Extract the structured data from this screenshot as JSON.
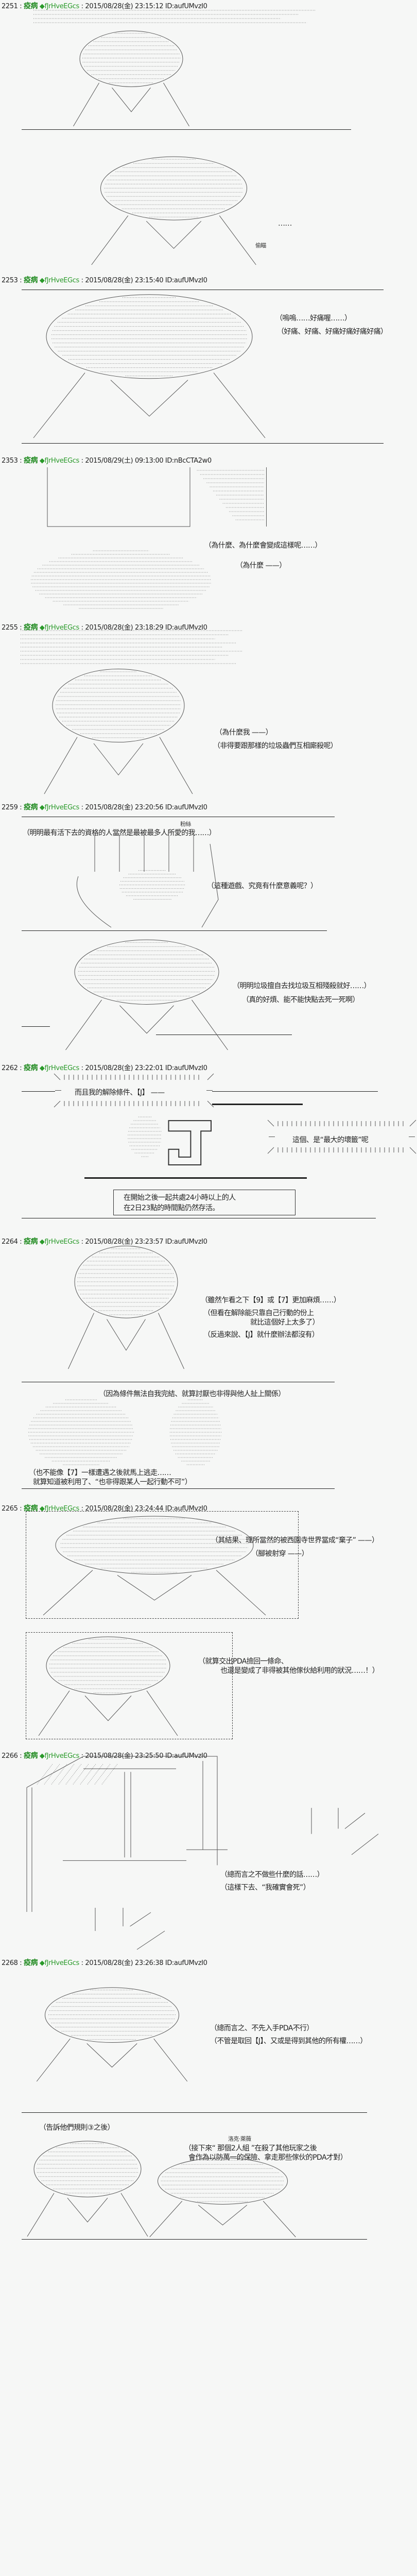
{
  "posts": [
    {
      "no": "2251",
      "name": "疫病",
      "trip": "◆fJrHveEGcs",
      "date": "2015/08/28(金) 23:15:12",
      "id": "ID:aufUMvzI0",
      "lines": [
        "……",
        "偷瞄"
      ]
    },
    {
      "no": "2253",
      "name": "疫病",
      "trip": "◆fJrHveEGcs",
      "date": "2015/08/28(金) 23:15:40",
      "id": "ID:aufUMvzI0",
      "lines": [
        "（嗚嗚……好痛喔……）",
        "（好痛、好痛、好痛好痛好痛好痛）"
      ]
    },
    {
      "no": "2353",
      "name": "疫病",
      "trip": "◆fJrHveEGcs",
      "date": "2015/08/29(土) 09:13:00",
      "id": "ID:nBcCTA2w0",
      "lines": [
        "（為什麼、為什麼會變成這樣呢……）",
        "（為什麼 ——）"
      ]
    },
    {
      "no": "2255",
      "name": "疫病",
      "trip": "◆fJrHveEGcs",
      "date": "2015/08/28(金) 23:18:29",
      "id": "ID:aufUMvzI0",
      "lines": [
        "（為什麼我 ——）",
        "（非得要跟那樣的垃圾蟲們互相廝殺呢）"
      ]
    },
    {
      "no": "2259",
      "name": "疫病",
      "trip": "◆fJrHveEGcs",
      "date": "2015/08/28(金) 23:20:56",
      "id": "ID:aufUMvzI0",
      "lines": [
        "粉絲",
        "（明明最有活下去的資格的人當然是最被最多人所愛的我……）",
        "（這種遊戲、究竟有什麼意義呢？）",
        "（明明垃圾擅自去找垃圾互相殘殺就好……）",
        "（真的好煩、能不能快點去死一死啊）"
      ]
    },
    {
      "no": "2262",
      "name": "疫病",
      "trip": "◆fJrHveEGcs",
      "date": "2015/08/28(金) 23:22:01",
      "id": "ID:aufUMvzI0",
      "lines": [
        "而且我的解除條件、【J】 ——",
        "這個、是“最大的壞籤”呢",
        "在開始之後一起共處24小時以上的人",
        "在2日23點的時間點仍然存活。"
      ]
    },
    {
      "no": "2264",
      "name": "疫病",
      "trip": "◆fJrHveEGcs",
      "date": "2015/08/28(金) 23:23:57",
      "id": "ID:aufUMvzI0",
      "lines": [
        "（雖然乍看之下【9】或【7】更加麻煩……）",
        "（但看在解除能只靠自己行動的份上",
        "就比這個好上太多了）",
        "（反過來說、【J】就什麼辦法都沒有）",
        "（因為條件無法自我完結、就算討厭也非得與他人扯上關係）",
        "（也不能像【7】一樣遭遇之後就馬上逃走……",
        "就算知道被利用了、“也非得跟某人一起行動不可”）"
      ]
    },
    {
      "no": "2265",
      "name": "疫病",
      "trip": "◆fJrHveEGcs",
      "date": "2015/08/28(金) 23:24:44",
      "id": "ID:aufUMvzI0",
      "lines": [
        "（其結果、理所當然的被西園寺世界當成“棄子” ——）",
        "（腳被射穿 ——）",
        "（就算交出PDA撿回一條命、",
        "也還是變成了非得被其他傢伙給利用的狀況……！）"
      ]
    },
    {
      "no": "2266",
      "name": "疫病",
      "trip": "◆fJrHveEGcs",
      "date": "2015/08/28(金) 23:25:50",
      "id": "ID:aufUMvzI0",
      "lines": [
        "（總而言之不做些什麼的話……）",
        "（這樣下去、“我確實會死”）"
      ]
    },
    {
      "no": "2268",
      "name": "疫病",
      "trip": "◆fJrHveEGcs",
      "date": "2015/08/28(金) 23:26:38",
      "id": "ID:aufUMvzI0",
      "lines": [
        "（總而言之、不先入手PDA不行）",
        "（不管是取回【J】、又或是得到其他的所有權……）",
        "（告訴他們規則③之後）",
        "洛克‧萊薇",
        "（接下來“ 那個2人組 ”在殺了其他玩家之後",
        "會作為以防萬一的保險、拿走那些傢伙的PDA才對）"
      ]
    }
  ],
  "colors": {
    "name": "#1f8a1f",
    "trip": "#2a9a2a",
    "background": "#f6f7f6",
    "text": "#222222"
  }
}
